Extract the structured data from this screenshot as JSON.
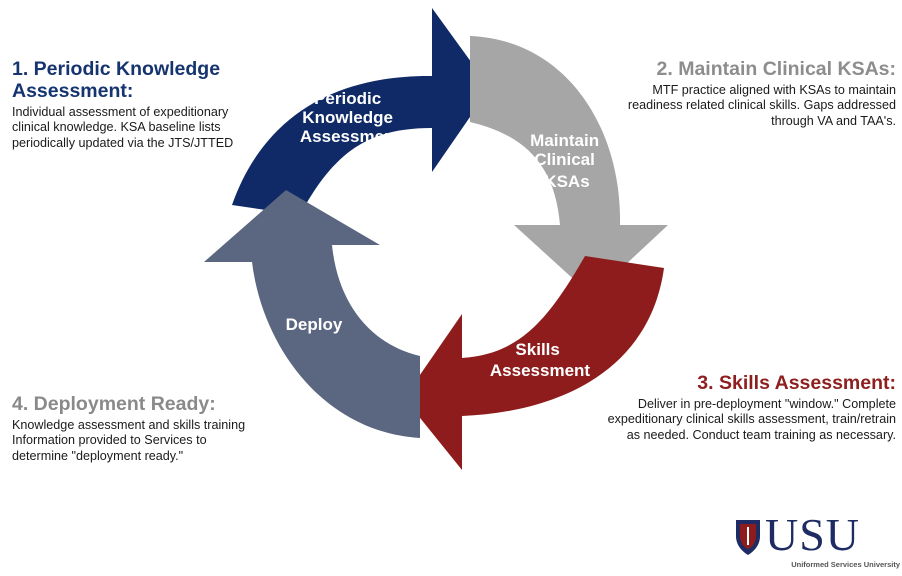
{
  "colors": {
    "periodic": "#0f2a66",
    "maintain": "#a6a6a6",
    "skills": "#8e1c1c",
    "deploy": "#5b6781"
  },
  "arrows": {
    "periodic": [
      "Periodic",
      "Knowledge",
      "Assessment"
    ],
    "maintain": [
      "Maintain",
      "Clinical",
      "KSAs"
    ],
    "skills": [
      "Skills",
      "Assessment"
    ],
    "deploy": [
      "Deploy"
    ]
  },
  "blocks": {
    "b1": {
      "title_line1": "1. Periodic Knowledge",
      "title_line2": "Assessment:",
      "body": "Individual assessment of expeditionary clinical knowledge. KSA baseline lists periodically updated via the JTS/JTTED"
    },
    "b2": {
      "title": "2. Maintain Clinical KSAs:",
      "body": "MTF practice aligned with KSAs to maintain readiness related clinical skills. Gaps addressed through VA and TAA's."
    },
    "b3": {
      "title": "3. Skills Assessment:",
      "body": "Deliver in pre-deployment \"window.\" Complete expeditionary clinical skills assessment, train/retrain as needed. Conduct team training as necessary."
    },
    "b4": {
      "title": "4. Deployment Ready:",
      "body": "Knowledge assessment and skills training Information provided to Services to determine \"deployment ready.\""
    }
  },
  "logo": {
    "text": "USU",
    "subtitle": "Uniformed Services University"
  }
}
